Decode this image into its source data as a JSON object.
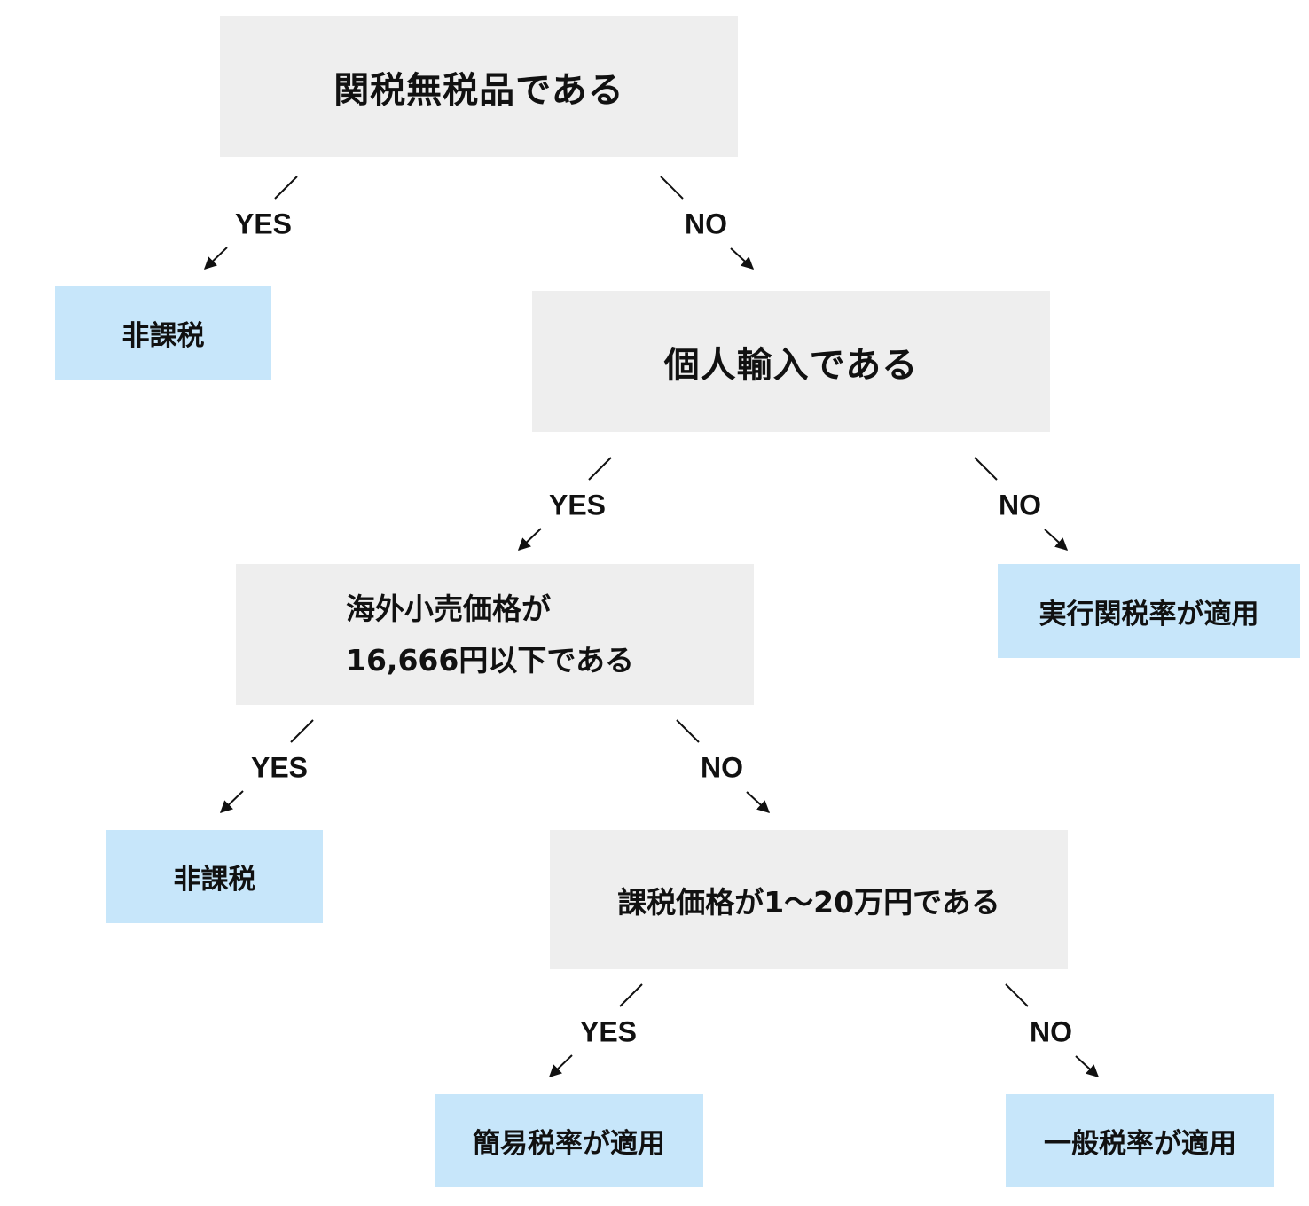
{
  "questions": {
    "q1": "関税無税品である",
    "q2": "個人輸入である",
    "q3_line1": "海外小売価格が",
    "q3_line2": "16,666円以下である",
    "q4": "課税価格が1〜20万円である"
  },
  "results": {
    "r1": "非課税",
    "r2": "実行関税率が適用",
    "r3": "非課税",
    "r4": "簡易税率が適用",
    "r5": "一般税率が適用"
  },
  "edge_labels": {
    "yes": "YES",
    "no": "NO"
  },
  "colors": {
    "question_fill": "#eeeeee",
    "result_fill": "#c7e6fa",
    "text": "#111111"
  }
}
